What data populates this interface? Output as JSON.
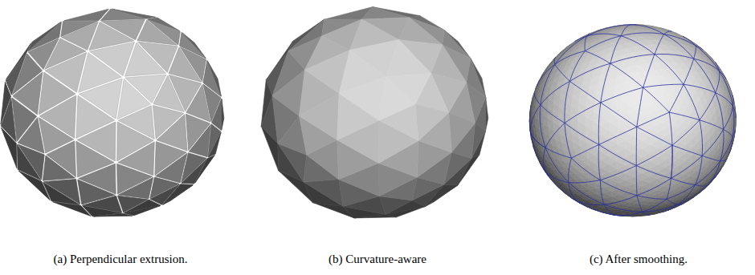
{
  "diagram": {
    "labels": [
      "(a) Perpendicular extrusion.",
      "(b) Curvature-aware",
      "(c) After smoothing."
    ]
  }
}
